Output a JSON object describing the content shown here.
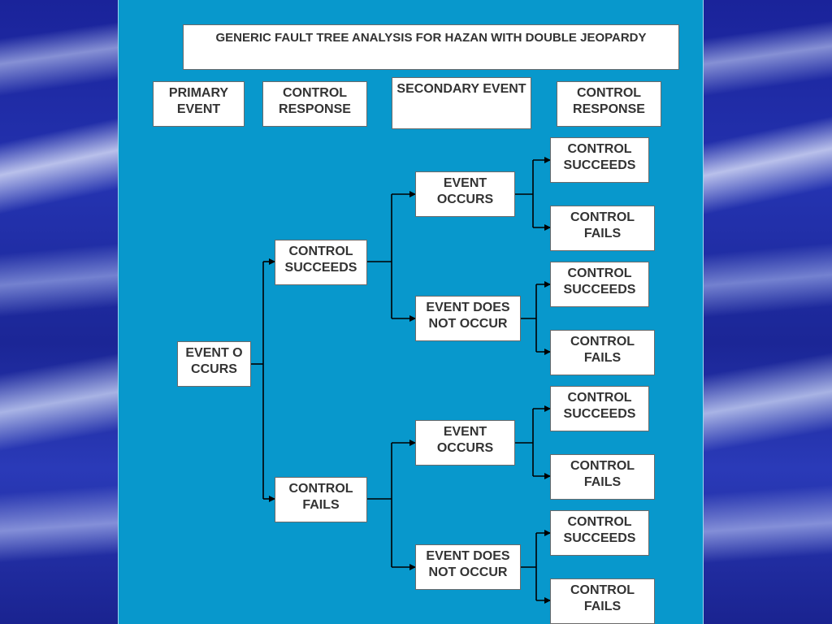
{
  "title": "GENERIC FAULT TREE ANALYSIS FOR HAZAN WITH DOUBLE JEOPARDY",
  "headers": {
    "primary_event": "PRIMARY EVENT",
    "control_response_1": "CONTROL RESPONSE",
    "secondary_event": "SECONDARY EVENT",
    "control_response_2": "CONTROL RESPONSE"
  },
  "tree": {
    "root": "EVENT OCCURS",
    "control_succeeds": "CONTROL SUCCEEDS",
    "control_fails": "CONTROL FAILS",
    "secondary_occurs_a": "EVENT OCCURS",
    "secondary_not_occur_a": "EVENT DOES NOT OCCUR",
    "secondary_occurs_b": "EVENT OCCURS",
    "secondary_not_occur_b": "EVENT DOES NOT OCCUR",
    "outcomes": [
      "CONTROL SUCCEEDS",
      "CONTROL FAILS",
      "CONTROL SUCCEEDS",
      "CONTROL FAILS",
      "CONTROL SUCCEEDS",
      "CONTROL FAILS",
      "CONTROL SUCCEEDS",
      "CONTROL FAILS"
    ]
  },
  "colors": {
    "panel": "#0898cc",
    "box_fill": "#ffffff",
    "text": "#333333",
    "connector": "#000000"
  }
}
